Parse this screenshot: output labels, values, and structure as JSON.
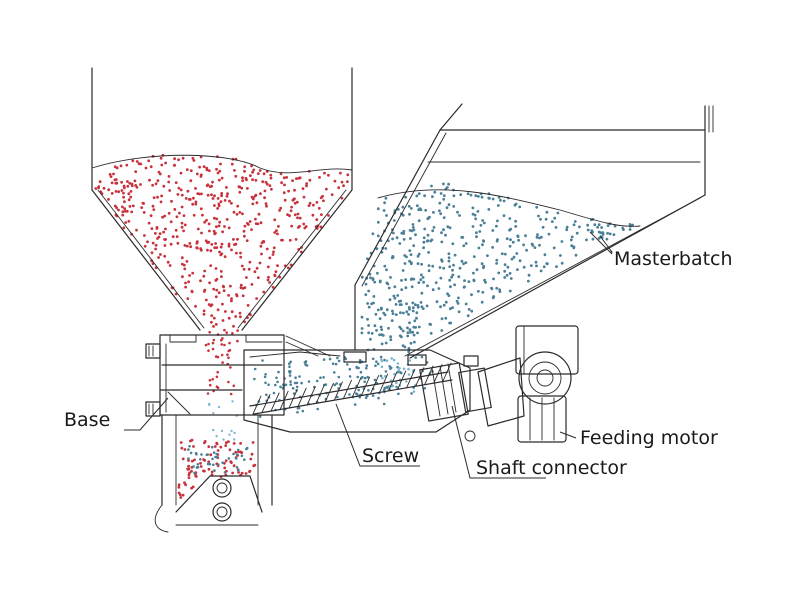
{
  "labels": {
    "masterbatch": "Masterbatch",
    "base": "Base",
    "feeding_motor": "Feeding motor",
    "screw": "Screw",
    "shaft_connector": "Shaft connector"
  },
  "colors": {
    "line": "#2a2a2a",
    "main_material_particles": "#c8323c",
    "masterbatch_particles": "#4a7f96",
    "stream_particles": "#7fb6cf"
  }
}
